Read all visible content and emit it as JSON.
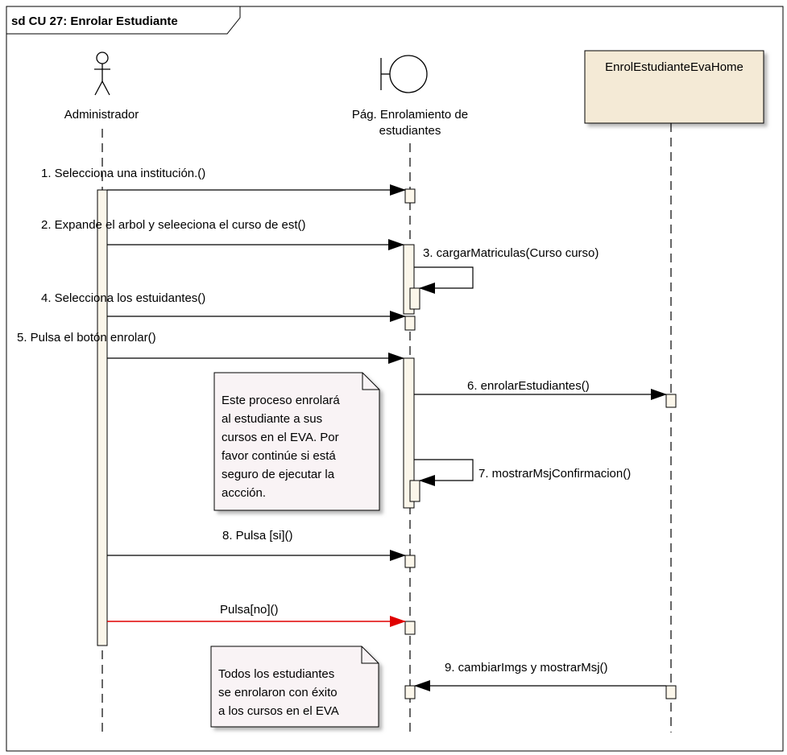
{
  "frame": {
    "title": "sd CU 27: Enrolar Estudiante"
  },
  "lifelines": {
    "actor": {
      "label": "Administrador"
    },
    "boundary": {
      "label_line1": "Pág. Enrolamiento de",
      "label_line2": "estudiantes"
    },
    "entity": {
      "label": "EnrolEstudianteEvaHome"
    }
  },
  "messages": [
    {
      "label": "1. Selecciona una institución.()"
    },
    {
      "label": "2. Expande el arbol y seleeciona el curso de est()"
    },
    {
      "label": "3. cargarMatriculas(Curso curso)"
    },
    {
      "label": "4. Selecciona los estuidantes()"
    },
    {
      "label": "5. Pulsa el botón enrolar()"
    },
    {
      "label": "6. enrolarEstudiantes()"
    },
    {
      "label": "7. mostrarMsjConfirmacion()"
    },
    {
      "label": "8. Pulsa [si]()"
    },
    {
      "label": "Pulsa[no]()"
    },
    {
      "label": "9. cambiarImgs y mostrarMsj()"
    }
  ],
  "notes": [
    {
      "lines": [
        "Este proceso enrolará",
        "al estudiante a sus",
        "cursos en el EVA. Por",
        "favor continúe si está",
        "seguro de ejecutar la",
        "accción."
      ]
    },
    {
      "lines": [
        "Todos los estudiantes",
        "se enrolaron con éxito",
        "a los cursos en el EVA"
      ]
    }
  ],
  "colors": {
    "activation_fill": "#fbf6ea",
    "entity_fill": "#f4ead6",
    "note_fill": "#f9f3f5",
    "alt_message": "#e00000",
    "line": "#000000"
  }
}
